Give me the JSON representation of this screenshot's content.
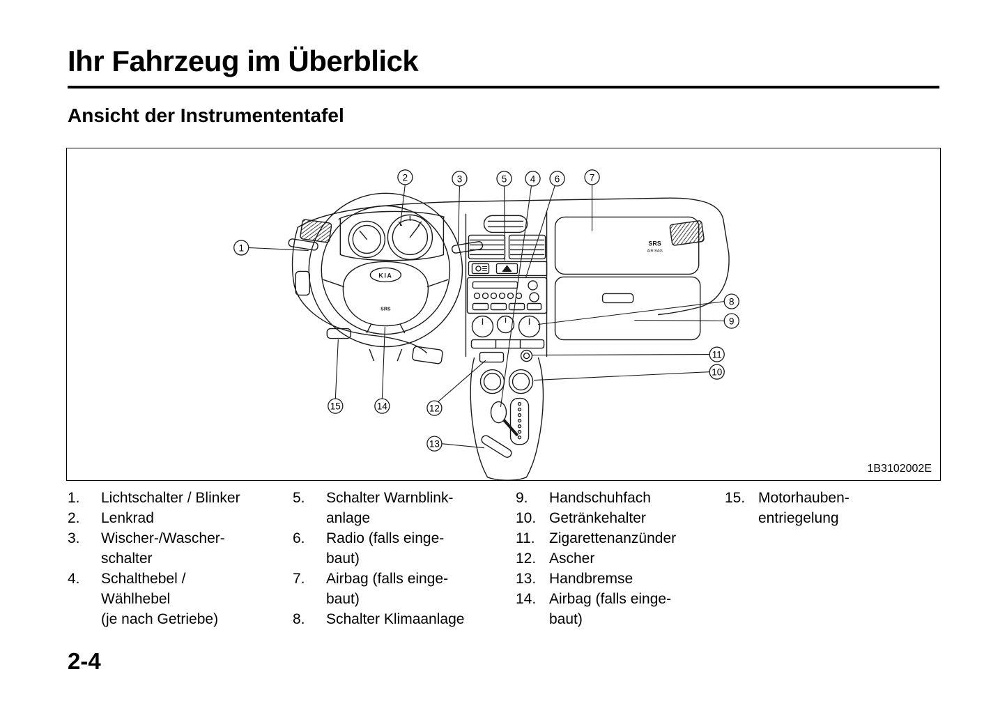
{
  "page": {
    "title": "Ihr Fahrzeug im Überblick",
    "subtitle": "Ansicht der Instrumententafel",
    "page_number": "2-4"
  },
  "diagram": {
    "image_code": "1B3102002E",
    "labels": {
      "kia": "KIA",
      "srs": "SRS",
      "airbag": "AIR BAG"
    },
    "callouts": {
      "c1": "1",
      "c2": "2",
      "c3": "3",
      "c4": "4",
      "c5": "5",
      "c6": "6",
      "c7": "7",
      "c8": "8",
      "c9": "9",
      "c10": "10",
      "c11": "11",
      "c12": "12",
      "c13": "13",
      "c14": "14",
      "c15": "15"
    }
  },
  "legend": {
    "columns": [
      {
        "items": [
          {
            "num": "1.",
            "lines": [
              "Lichtschalter / Blinker"
            ]
          },
          {
            "num": "2.",
            "lines": [
              "Lenkrad"
            ]
          },
          {
            "num": "3.",
            "lines": [
              "Wischer-/Wascher-",
              "schalter"
            ]
          },
          {
            "num": "4.",
            "lines": [
              "Schalthebel /",
              "Wählhebel",
              "(je nach Getriebe)"
            ]
          }
        ]
      },
      {
        "items": [
          {
            "num": "5.",
            "lines": [
              "Schalter Warnblink-",
              "anlage"
            ]
          },
          {
            "num": "6.",
            "lines": [
              "Radio (falls einge-",
              "baut)"
            ]
          },
          {
            "num": "7.",
            "lines": [
              "Airbag (falls einge-",
              "baut)"
            ]
          },
          {
            "num": "8.",
            "lines": [
              "Schalter Klimaanlage"
            ]
          }
        ]
      },
      {
        "items": [
          {
            "num": "9.",
            "lines": [
              "Handschuhfach"
            ]
          },
          {
            "num": "10.",
            "lines": [
              "Getränkehalter"
            ]
          },
          {
            "num": "11.",
            "lines": [
              "Zigarettenanzünder"
            ]
          },
          {
            "num": "12.",
            "lines": [
              "Ascher"
            ]
          },
          {
            "num": "13.",
            "lines": [
              "Handbremse"
            ]
          },
          {
            "num": "14.",
            "lines": [
              "Airbag (falls einge-",
              "baut)"
            ]
          }
        ]
      },
      {
        "items": [
          {
            "num": "15.",
            "lines": [
              "Motorhauben-",
              "entriegelung"
            ]
          }
        ]
      }
    ]
  }
}
